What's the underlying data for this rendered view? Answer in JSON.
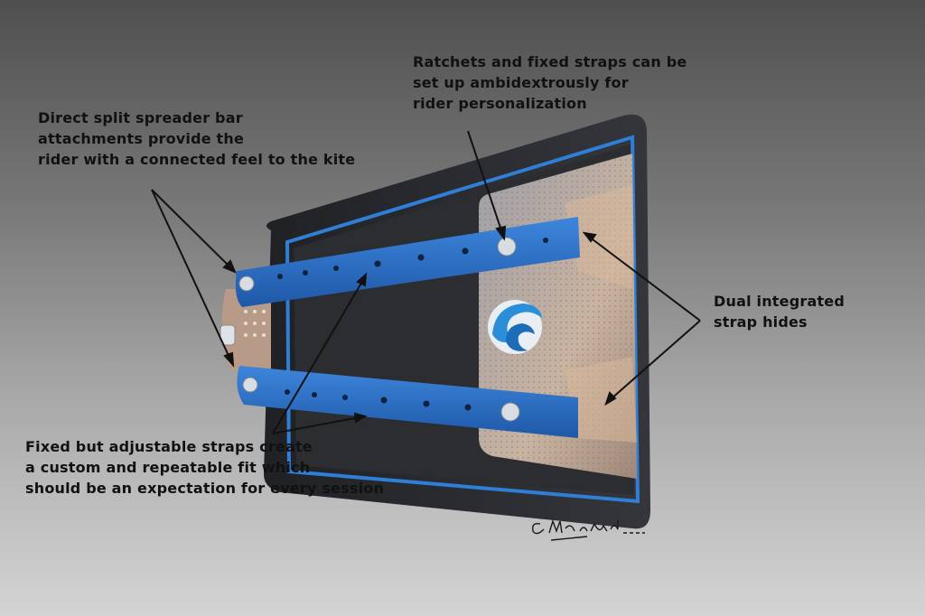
{
  "annotations": {
    "spreader_bar": {
      "lines": [
        "Direct split spreader bar",
        "attachments provide the",
        "rider with a connected feel to the kite"
      ]
    },
    "ratchets": {
      "lines": [
        "Ratchets and fixed straps can be",
        "set up ambidextrously for",
        "rider personalization"
      ]
    },
    "strap_hides": {
      "lines": [
        "Dual integrated",
        "strap hides"
      ]
    },
    "adjustable_straps": {
      "lines": [
        "Fixed but adjustable straps create",
        "a custom and repeatable fit which",
        "should be an expectation for every session"
      ]
    }
  },
  "signature": "G Marquardt 2020",
  "colors": {
    "strap_blue": "#2b6fc4",
    "shell": "#2a2c30",
    "trim_blue": "#2f7fd6",
    "mesh": "#b9a89a"
  }
}
